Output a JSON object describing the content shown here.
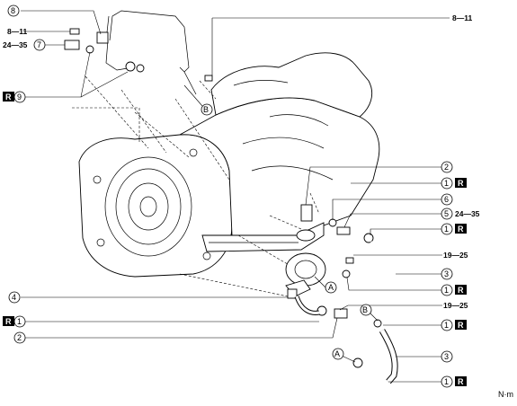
{
  "labels": {
    "torque_8_11_top_left": "8—11",
    "torque_24_35_left": "24—35",
    "torque_8_11_top_right": "8—11",
    "torque_24_35_right": "24—35",
    "torque_19_25_upper": "19—25",
    "torque_19_25_lower": "19—25",
    "unit": "N·m",
    "replace": "R",
    "n1": "1",
    "n2": "2",
    "n3": "3",
    "n4": "4",
    "n5": "5",
    "n6": "6",
    "n7": "7",
    "n8": "8",
    "n9": "9",
    "ref_a": "A",
    "ref_b": "B"
  }
}
